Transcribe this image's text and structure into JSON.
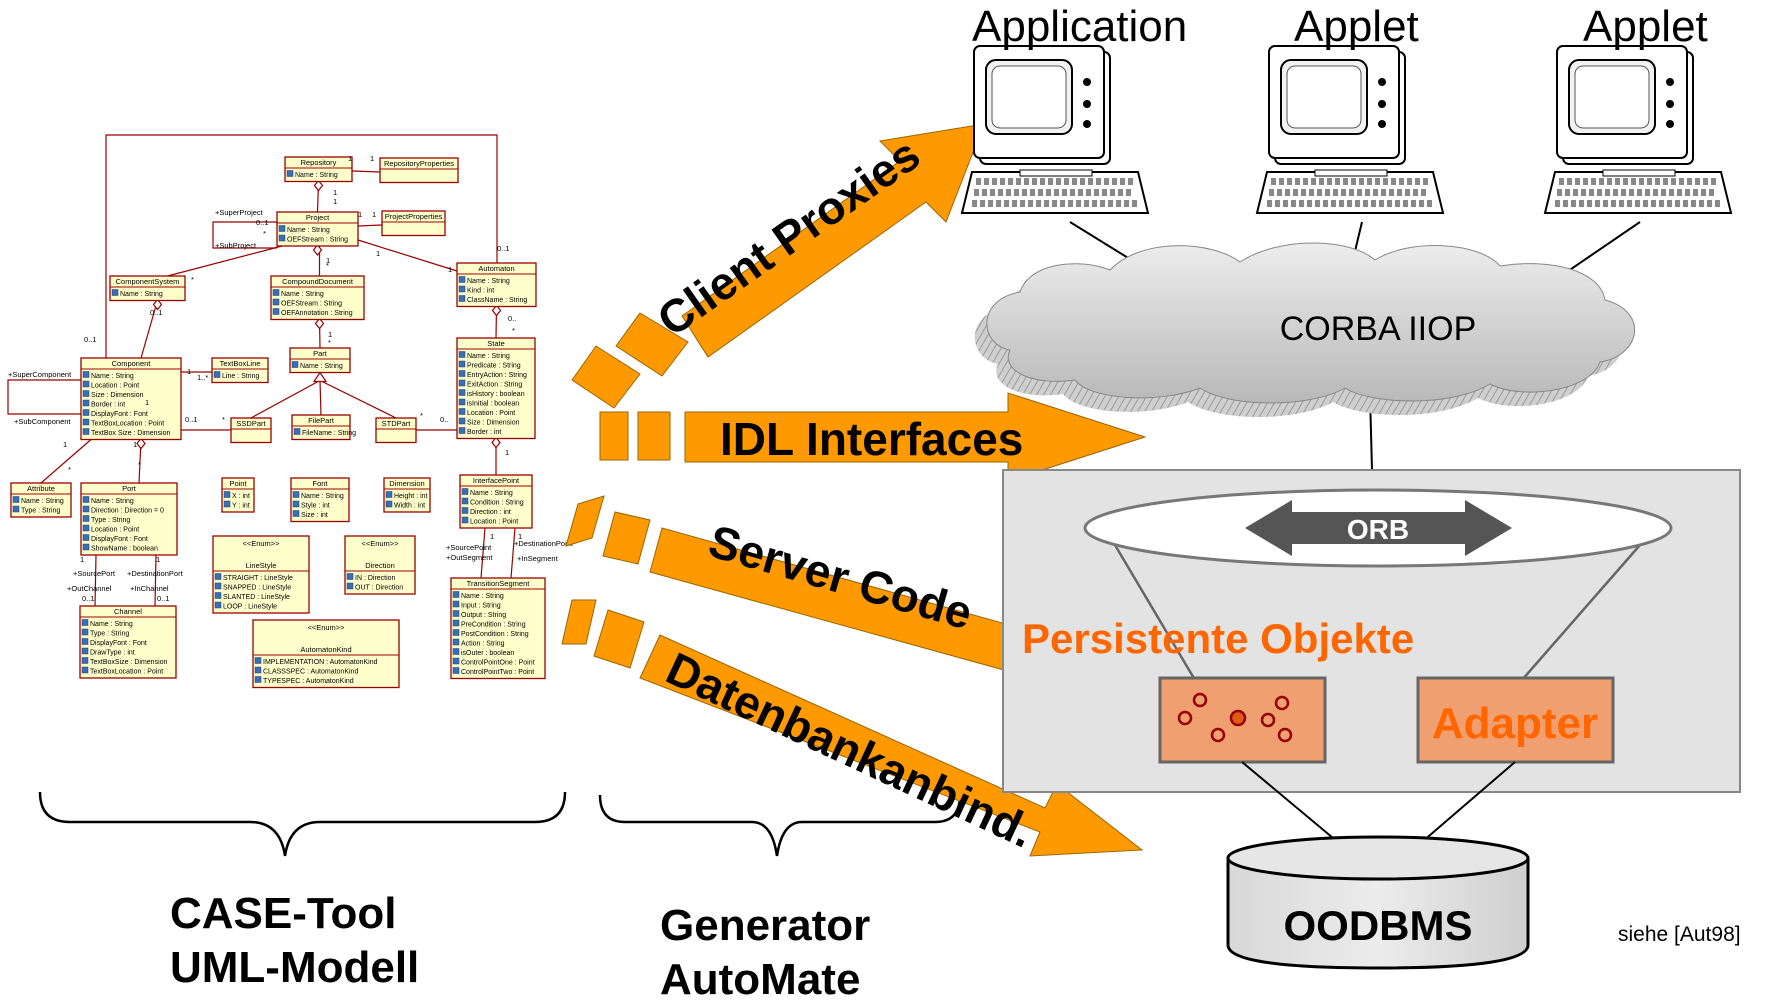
{
  "machines": [
    {
      "label": "Application"
    },
    {
      "label": "Applet"
    },
    {
      "label": "Applet"
    }
  ],
  "network": {
    "label": "CORBA IIOP"
  },
  "server": {
    "orb_label": "ORB",
    "persistent_label": "Persistente Objekte",
    "adapter_label": "Adapter"
  },
  "database": {
    "label": "OODBMS"
  },
  "arrows": [
    {
      "label": "Client Proxies"
    },
    {
      "label": "IDL Interfaces"
    },
    {
      "label": "Server Code"
    },
    {
      "label": "Datenbankanbind."
    }
  ],
  "bottom": {
    "case_line1": "CASE-Tool",
    "case_line2": "UML-Modell",
    "gen_line1": "Generator",
    "gen_line2": "AutoMate"
  },
  "reference": "siehe [Aut98]",
  "colors": {
    "arrow_fill": "#ff9900",
    "persistent_text": "#ff6600",
    "object_box": "#f0a070",
    "server_bg": "#e3e3e3",
    "uml_class_fill": "#ffffcc",
    "uml_class_border": "#990000"
  },
  "uml": {
    "classes": [
      {
        "name": "Repository",
        "attrs": [
          "Name : String"
        ]
      },
      {
        "name": "RepositoryProperties",
        "attrs": []
      },
      {
        "name": "Project",
        "attrs": [
          "Name : String",
          "OEFStream : String"
        ]
      },
      {
        "name": "ProjectProperties",
        "attrs": []
      },
      {
        "name": "ComponentSystem",
        "attrs": [
          "Name : String"
        ]
      },
      {
        "name": "CompoundDocument",
        "attrs": [
          "Name : String",
          "OEFStream : String",
          "OEFAnnotation : String"
        ]
      },
      {
        "name": "Automaton",
        "attrs": [
          "Name : String",
          "Kind : int",
          "ClassName : String"
        ]
      },
      {
        "name": "Component",
        "attrs": [
          "Name : String",
          "Location : Point",
          "Size : Dimension",
          "Border : int",
          "DisplayFont : Font",
          "TextBoxLocation : Point",
          "TextBox Size : Dimension"
        ]
      },
      {
        "name": "TextBoxLine",
        "attrs": [
          "Line : String"
        ]
      },
      {
        "name": "Part",
        "attrs": [
          "Name : String"
        ]
      },
      {
        "name": "State",
        "attrs": [
          "Name : String",
          "Predicate : String",
          "EntryAction : String",
          "ExitAction : String",
          "isHistory : boolean",
          "isInitial : boolean",
          "Location : Point",
          "Size : Dimension",
          "Border : int"
        ]
      },
      {
        "name": "SSDPart",
        "attrs": []
      },
      {
        "name": "FilePart",
        "attrs": [
          "FileName : String"
        ]
      },
      {
        "name": "STDPart",
        "attrs": []
      },
      {
        "name": "Attribute",
        "attrs": [
          "Name : String",
          "Type : String"
        ]
      },
      {
        "name": "Port",
        "attrs": [
          "Name : String",
          "Direction : Direction = 0",
          "Type : String",
          "Location : Point",
          "DisplayFont : Font",
          "ShowName : boolean"
        ]
      },
      {
        "name": "Point",
        "attrs": [
          "X : int",
          "Y : int"
        ]
      },
      {
        "name": "Font",
        "attrs": [
          "Name : String",
          "Style : int",
          "Size : int"
        ]
      },
      {
        "name": "Dimension",
        "attrs": [
          "Height : int",
          "Width : int"
        ]
      },
      {
        "name": "InterfacePoint",
        "attrs": [
          "Name : String",
          "Condition : String",
          "Direction : int",
          "Location : Point"
        ]
      },
      {
        "name": "LineStyle",
        "stereotype": "<<Enum>>",
        "attrs": [
          "STRAIGHT : LineStyle",
          "SNAPPED : LineStyle",
          "SLANTED : LineStyle",
          "LOOP : LineStyle"
        ]
      },
      {
        "name": "Direction",
        "stereotype": "<<Enum>>",
        "attrs": [
          "IN : Direction",
          "OUT : Direction"
        ]
      },
      {
        "name": "Channel",
        "attrs": [
          "Name : String",
          "Type : String",
          "DisplayFont : Font",
          "DrawType : int",
          "TextBoxSize : Dimension",
          "TextBoxLocation : Point"
        ]
      },
      {
        "name": "AutomatonKind",
        "stereotype": "<<Enum>>",
        "attrs": [
          "IMPLEMENTATION : AutomatonKind",
          "CLASSSPEC : AutomatonKind",
          "TYPESPEC : AutomatonKind"
        ]
      },
      {
        "name": "TransitionSegment",
        "attrs": [
          "Name : String",
          "Input : String",
          "Output : String",
          "PreCondition : String",
          "PostCondition : String",
          "Action : String",
          "isOuter : boolean",
          "ControlPointOne : Point",
          "ControlPointTwo : Point"
        ]
      }
    ],
    "roles": [
      "+SuperProject",
      "+SubProject",
      "+SuperComponent",
      "+SubComponent",
      "+SourcePort",
      "+DestinationPort",
      "+OutChannel",
      "+InChannel",
      "+SourcePoint",
      "+OutSegment",
      "+DestinationPoint",
      "+InSegment"
    ],
    "multiplicities": [
      "1",
      "0..1",
      "*",
      "1..*",
      "0.."
    ]
  }
}
